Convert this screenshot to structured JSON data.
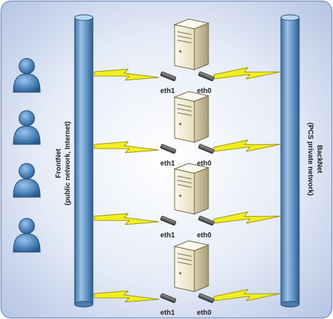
{
  "frontnet": {
    "label": "FrontNet",
    "sublabel": "(public network, Internet)"
  },
  "backnet": {
    "label": "BackNet",
    "sublabel": "(PCS private network)"
  },
  "servers": [
    {
      "eth_left": "eth1",
      "eth_right": "eth0"
    },
    {
      "eth_left": "eth1",
      "eth_right": "eth0"
    },
    {
      "eth_left": "eth1",
      "eth_right": "eth0"
    },
    {
      "eth_left": "eth1",
      "eth_right": "eth0"
    }
  ],
  "user_count": 4,
  "icons": {
    "user": "user-icon",
    "server": "server-icon",
    "nic": "network-port-icon",
    "link": "lightning-link-icon"
  },
  "colors": {
    "background_center": "#ffffff",
    "background_edge": "#b9c8e6",
    "border": "#7f93bb",
    "pipe": "#6f9fce",
    "pipe_dark": "#2e5e8e",
    "user": "#4f86be",
    "user_dark": "#2a5a8c",
    "lightning": "#f2ee1e",
    "lightning_stroke": "#8a8a10",
    "server_body": "#f3efdd",
    "server_side": "#cfc6a4",
    "text": "#1f1f1f"
  }
}
